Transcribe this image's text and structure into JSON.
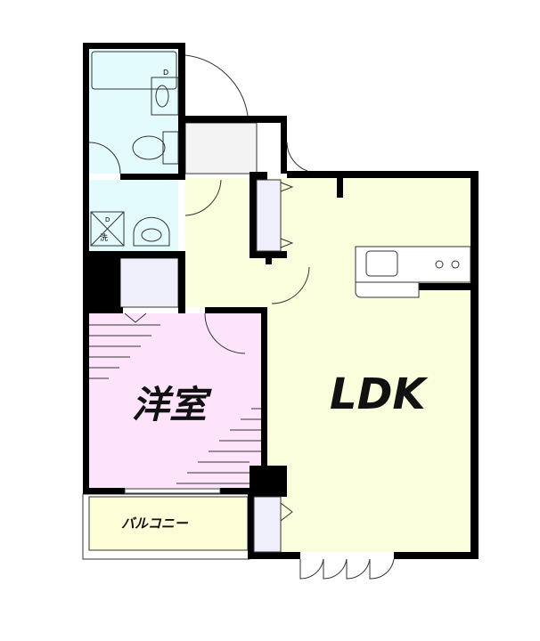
{
  "rooms": {
    "western_room": "洋室",
    "ldk": "LDK",
    "balcony": "バルコニー"
  },
  "fixtures": {
    "washer_pan_mark": "D",
    "washer_pan_label": "洗",
    "bath_mark": "D"
  },
  "colors": {
    "wall": "#000000",
    "wet_area": "#e4fbfd",
    "western_room": "#fde4fb",
    "ldk": "#fbfedd",
    "hall": "#fbfedd",
    "corridor": "#f3f3f3",
    "closet": "#eeeffa",
    "balcony": "#fdfed8"
  }
}
